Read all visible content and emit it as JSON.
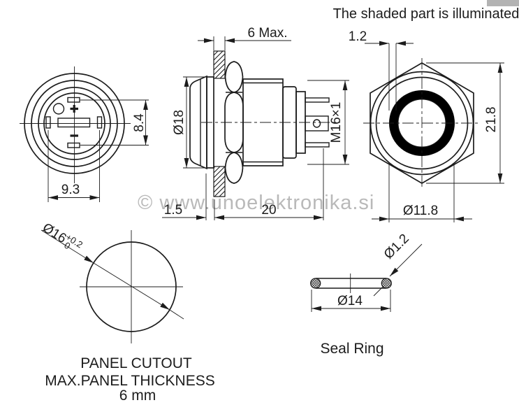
{
  "drawing": {
    "title": "The shaded part is illuminated",
    "watermark": "© www.unoelektronika.si",
    "colors": {
      "line": "#1c1c1c",
      "watermark": "#b9b9b9",
      "illuminated_ring": "#000000",
      "background": "#ffffff"
    },
    "views": {
      "rear_view": {
        "dim_pin_rows_vertical": "8.4",
        "dim_pin_span_horizontal": "9.3"
      },
      "side_view": {
        "dim_panel_thickness": "6 Max.",
        "dim_head_diameter": "Ø18",
        "dim_thread": "M16×1",
        "dim_bezel_thickness": "1.5",
        "dim_body_length": "20"
      },
      "front_view": {
        "dim_ring_width": "1.2",
        "dim_across_corners": "21.8",
        "dim_ring_diameter": "Ø11.8"
      },
      "panel_cutout": {
        "dim_hole_diameter": "Ø16",
        "tolerance_plus": "+0.2",
        "tolerance_minus": "-0",
        "caption_line1": "PANEL CUTOUT",
        "caption_line2": "MAX.PANEL THICKNESS",
        "caption_line3": "6 mm"
      },
      "seal_ring": {
        "dim_cord_diameter": "Ø1.2",
        "dim_outer_diameter": "Ø14",
        "caption": "Seal Ring"
      }
    }
  }
}
